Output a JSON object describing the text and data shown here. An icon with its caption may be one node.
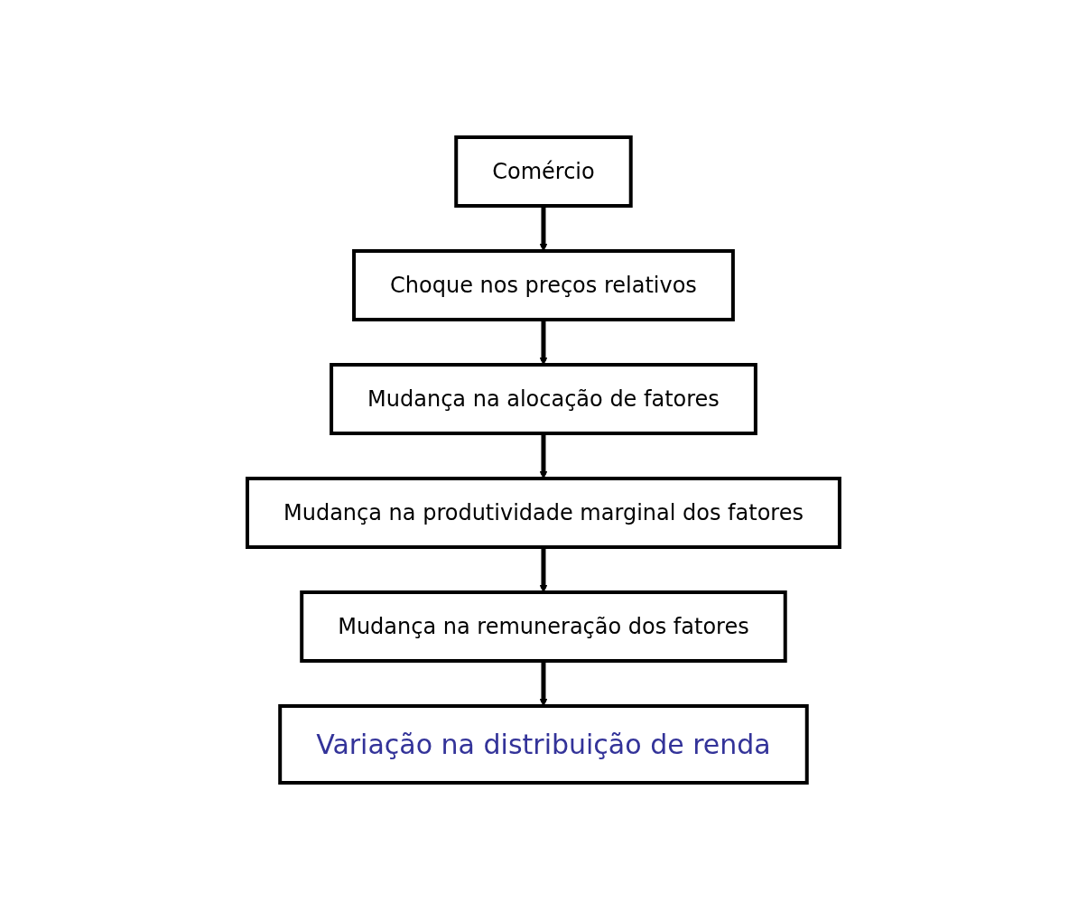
{
  "diagram": {
    "nodes": [
      {
        "text": [
          "Comércio"
        ]
      },
      {
        "text": [
          "Choque nos preços relativos"
        ]
      },
      {
        "text": [
          "Mudança na alocação de fatores"
        ]
      },
      {
        "text": [
          "Mudança na produtividade marginal dos fatores"
        ]
      },
      {
        "text": [
          "Mudança na remuneração dos fatores"
        ]
      },
      {
        "text": [
          "Variação na distribuição de renda"
        ]
      }
    ],
    "edges": [
      {
        "from": 0,
        "to": 1,
        "arrow": "to"
      },
      {
        "from": 1,
        "to": 2,
        "arrow": "to"
      },
      {
        "from": 2,
        "to": 3,
        "arrow": "to"
      },
      {
        "from": 3,
        "to": 4,
        "arrow": "to"
      },
      {
        "from": 4,
        "to": 5,
        "arrow": "to"
      }
    ]
  }
}
